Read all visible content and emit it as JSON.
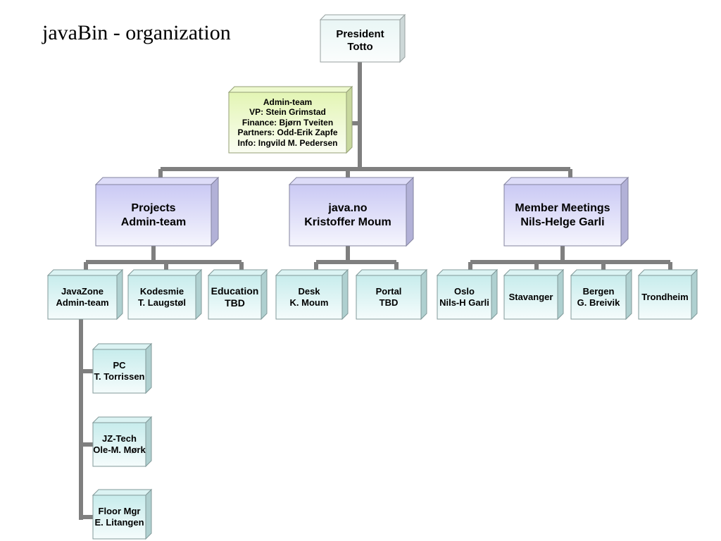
{
  "title": "javaBin - organization",
  "colors": {
    "connector": "#7f7f7f",
    "president": "#e9f6f5",
    "admin": "#e3f5b4",
    "division": "#cac9f4",
    "unit": "#c7ecec"
  },
  "nodes": {
    "president": [
      "President",
      "Totto"
    ],
    "admin_team": [
      "Admin-team",
      "VP: Stein Grimstad",
      "Finance: Bjørn Tveiten",
      "Partners: Odd-Erik Zapfe",
      "Info: Ingvild M. Pedersen"
    ],
    "projects": [
      "Projects",
      "Admin-team"
    ],
    "java_no": [
      "java.no",
      "Kristoffer Moum"
    ],
    "member_meetings": [
      "Member Meetings",
      "Nils-Helge Garli"
    ],
    "javazone": [
      "JavaZone",
      "Admin-team"
    ],
    "kodesmie": [
      "Kodesmie",
      "T. Laugstøl"
    ],
    "education": [
      "Education",
      "TBD"
    ],
    "desk": [
      "Desk",
      "K. Moum"
    ],
    "portal": [
      "Portal",
      "TBD"
    ],
    "oslo": [
      "Oslo",
      "Nils-H Garli"
    ],
    "stavanger": [
      "Stavanger"
    ],
    "bergen": [
      "Bergen",
      "G. Breivik"
    ],
    "trondheim": [
      "Trondheim"
    ],
    "pc": [
      "PC",
      "T. Torrissen"
    ],
    "jz_tech": [
      "JZ-Tech",
      "Ole-M. Mørk"
    ],
    "floor_mgr": [
      "Floor Mgr",
      "E. Litangen"
    ]
  }
}
